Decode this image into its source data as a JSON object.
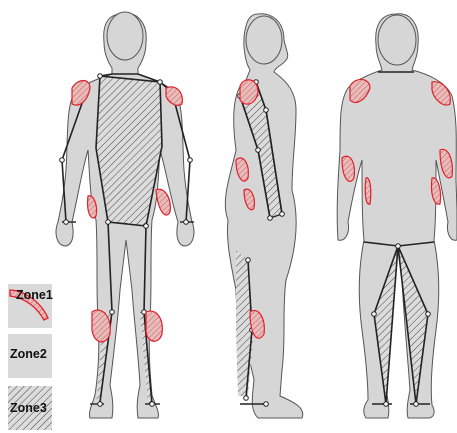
{
  "legend": {
    "zone1": {
      "label": "Zone1"
    },
    "zone2": {
      "label": "Zone2"
    },
    "zone3": {
      "label": "Zone3"
    }
  },
  "colors": {
    "body_fill": "#d6d6d6",
    "body_outline": "#555555",
    "zone1_outline": "#e0202a",
    "zone1_fill": "#e8b4b4",
    "joint_line": "#222222",
    "hatch": "#444444"
  },
  "views": [
    "front-view",
    "side-view",
    "back-view"
  ]
}
